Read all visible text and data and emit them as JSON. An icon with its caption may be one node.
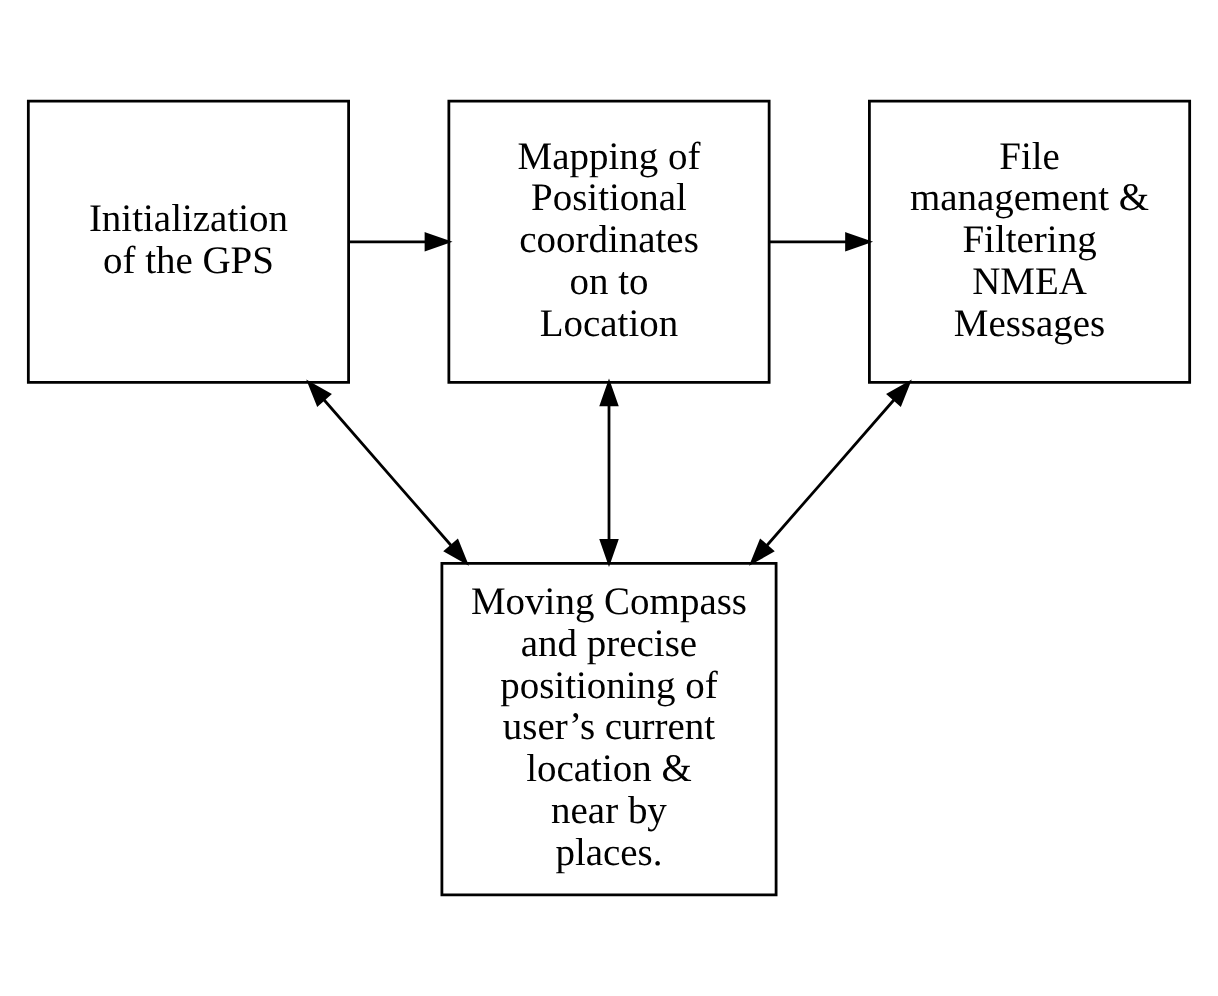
{
  "diagram": {
    "nodes": [
      {
        "text": [
          "Initialization of the GPS"
        ]
      },
      {
        "text": [
          "Mapping of Positional coordinates on to Location"
        ]
      },
      {
        "text": [
          "File management & Filtering NMEA Messages"
        ]
      },
      {
        "text": [
          "Moving Compass and precise positioning of user’s current location & near by places."
        ]
      }
    ],
    "edges": [
      {
        "from": 0,
        "to": 1,
        "arrow": "to"
      },
      {
        "from": 1,
        "to": 2,
        "arrow": "to"
      },
      {
        "from": 0,
        "to": 3,
        "arrow": "both"
      },
      {
        "from": 1,
        "to": 3,
        "arrow": "both"
      },
      {
        "from": 2,
        "to": 3,
        "arrow": "both"
      }
    ]
  }
}
